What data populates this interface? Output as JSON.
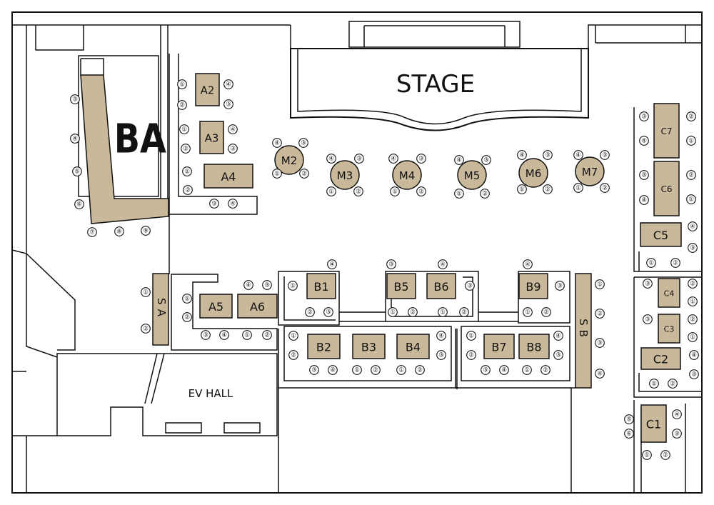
{
  "map": {
    "stage_label": "STAGE",
    "ev_hall_label": "EV HALL",
    "ba_label": "BA",
    "sa_label": "SA",
    "sb_label": "SB"
  },
  "colors": {
    "table_fill": "#c9b99a",
    "outline": "#111111",
    "background": "#ffffff"
  },
  "tables": {
    "A2": {
      "label": "A2",
      "seats": [
        "①",
        "②",
        "④",
        "③"
      ]
    },
    "A3": {
      "label": "A3",
      "seats": [
        "①",
        "②",
        "④",
        "③"
      ]
    },
    "A4": {
      "label": "A4",
      "seats": [
        "①",
        "②",
        "③",
        "④"
      ]
    },
    "A5": {
      "label": "A5",
      "seats": [
        "①",
        "②",
        "③",
        "④"
      ]
    },
    "A6": {
      "label": "A6",
      "seats": [
        "④",
        "③",
        "①",
        "②"
      ]
    },
    "M2": {
      "label": "M2",
      "seats": [
        "④",
        "③",
        "①",
        "②"
      ]
    },
    "M3": {
      "label": "M3",
      "seats": [
        "④",
        "③",
        "①",
        "②"
      ]
    },
    "M4": {
      "label": "M4",
      "seats": [
        "④",
        "③",
        "①",
        "②"
      ]
    },
    "M5": {
      "label": "M5",
      "seats": [
        "④",
        "③",
        "①",
        "②"
      ]
    },
    "M6": {
      "label": "M6",
      "seats": [
        "④",
        "③",
        "①",
        "②"
      ]
    },
    "M7": {
      "label": "M7",
      "seats": [
        "④",
        "③",
        "①",
        "②"
      ]
    },
    "B1": {
      "label": "B1",
      "seats": [
        "④",
        "①",
        "②",
        "③"
      ]
    },
    "B2": {
      "label": "B2",
      "seats": [
        "①",
        "②",
        "③",
        "④"
      ]
    },
    "B3": {
      "label": "B3",
      "seats": [
        "①",
        "②"
      ]
    },
    "B4": {
      "label": "B4",
      "seats": [
        "①",
        "②",
        "④",
        "③"
      ]
    },
    "B5": {
      "label": "B5",
      "seats": [
        "③",
        "①",
        "②"
      ]
    },
    "B6": {
      "label": "B6",
      "seats": [
        "④",
        "①",
        "②",
        "③"
      ]
    },
    "B7": {
      "label": "B7",
      "seats": [
        "①",
        "②",
        "③",
        "④"
      ]
    },
    "B8": {
      "label": "B8",
      "seats": [
        "①",
        "②",
        "④",
        "③"
      ]
    },
    "B9": {
      "label": "B9",
      "seats": [
        "④",
        "③",
        "①",
        "②"
      ]
    },
    "C1": {
      "label": "C1",
      "seats": [
        "⑤",
        "⑥",
        "④",
        "③",
        "①",
        "②"
      ]
    },
    "C2": {
      "label": "C2",
      "seats": [
        "④",
        "③",
        "①",
        "②"
      ]
    },
    "C3": {
      "label": "C3",
      "seats": [
        "③",
        "①"
      ]
    },
    "C4": {
      "label": "C4",
      "seats": [
        "③",
        "②",
        "①",
        "②"
      ]
    },
    "C5": {
      "label": "C5",
      "seats": [
        "④",
        "③",
        "①",
        "②"
      ]
    },
    "C6": {
      "label": "C6",
      "seats": [
        "③",
        "④",
        "②",
        "①"
      ]
    },
    "C7": {
      "label": "C7",
      "seats": [
        "③",
        "④",
        "②",
        "①"
      ]
    }
  },
  "area_seats": {
    "BA": [
      "③",
      "④",
      "⑤",
      "⑥",
      "⑦",
      "⑧",
      "⑨"
    ],
    "SA": [
      "①",
      "②"
    ],
    "SB": [
      "①",
      "②",
      "③",
      "④"
    ]
  }
}
